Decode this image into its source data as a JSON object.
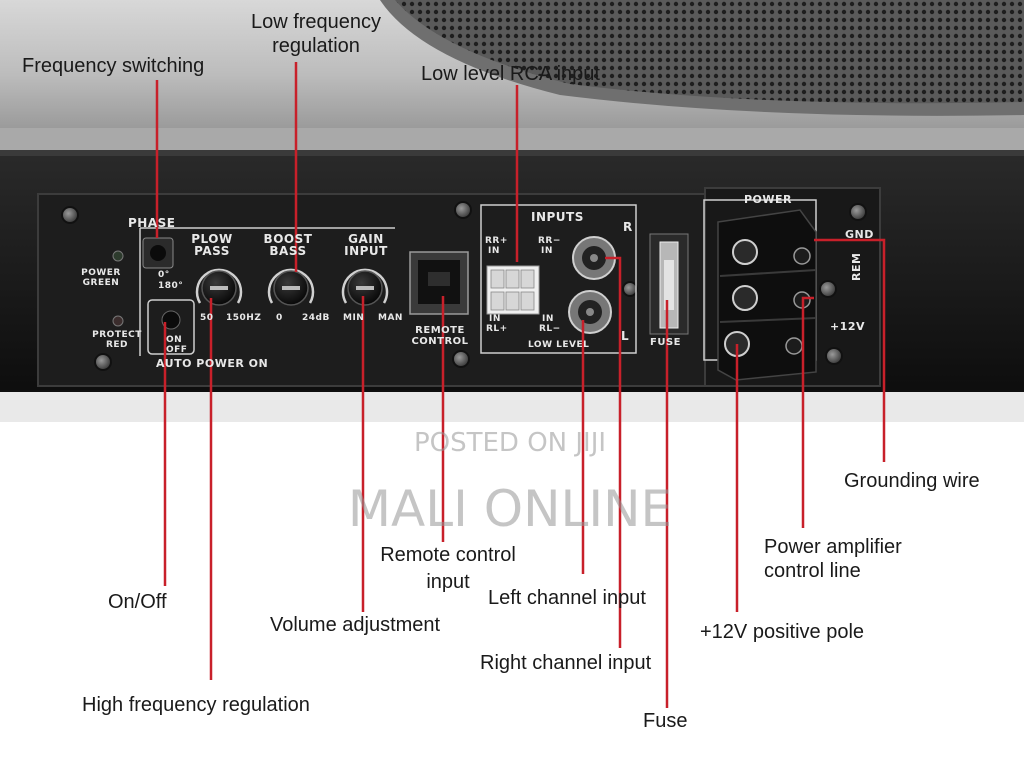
{
  "callouts": {
    "frequency_switching": "Frequency switching",
    "low_frequency_regulation_line1": "Low frequency",
    "low_frequency_regulation_line2": "regulation",
    "low_level_rca_input": "Low level RCA input",
    "on_off": "On/Off",
    "high_frequency_regulation": "High frequency regulation",
    "volume_adjustment": "Volume adjustment",
    "remote_control_input_line1": "Remote control",
    "remote_control_input_line2": "input",
    "left_channel_input": "Left channel input",
    "right_channel_input": "Right channel input",
    "fuse": "Fuse",
    "grounding_wire": "Grounding wire",
    "power_amplifier_control_line1": "Power amplifier",
    "power_amplifier_control_line2": "control line",
    "positive_pole": "+12V positive pole"
  },
  "panel": {
    "phase": "PHASE",
    "phase_0": "0°",
    "phase_180": "180°",
    "power_green_1": "POWER",
    "power_green_2": "GREEN",
    "protect_red_1": "PROTECT",
    "protect_red_2": "RED",
    "on": "ON",
    "off": "OFF",
    "auto_power_on": "AUTO POWER ON",
    "plow_pass_1": "PLOW",
    "plow_pass_2": "PASS",
    "boost_bass_1": "BOOST",
    "boost_bass_2": "BASS",
    "gain_input_1": "GAIN",
    "gain_input_2": "INPUT",
    "scale_50": "50",
    "scale_150hz": "150HZ",
    "scale_0": "0",
    "scale_24db": "24dB",
    "scale_min": "MIN",
    "scale_man": "MAN",
    "remote_control_1": "REMOTE",
    "remote_control_2": "CONTROL",
    "inputs": "INPUTS",
    "rr_plus_in_1": "RR+",
    "rr_plus_in_2": "IN",
    "rr_minus_in_1": "RR−",
    "rr_minus_in_2": "IN",
    "in_rl_plus_1": "IN",
    "in_rl_plus_2": "RL+",
    "in_rl_minus_1": "IN",
    "in_rl_minus_2": "RL−",
    "low_level": "LOW LEVEL",
    "r": "R",
    "l": "L",
    "fuse": "FUSE",
    "power": "POWER",
    "gnd": "GND",
    "rem": "REM",
    "plus12v": "+12V"
  },
  "watermark": {
    "line1": "POSTED ON JIJI",
    "line2": "MALI ONLINE"
  },
  "colors": {
    "leader_line": "#c8202a",
    "panel_body": "#151515",
    "panel_face": "#1f1f1f",
    "label_text": "#e8e8e8"
  }
}
